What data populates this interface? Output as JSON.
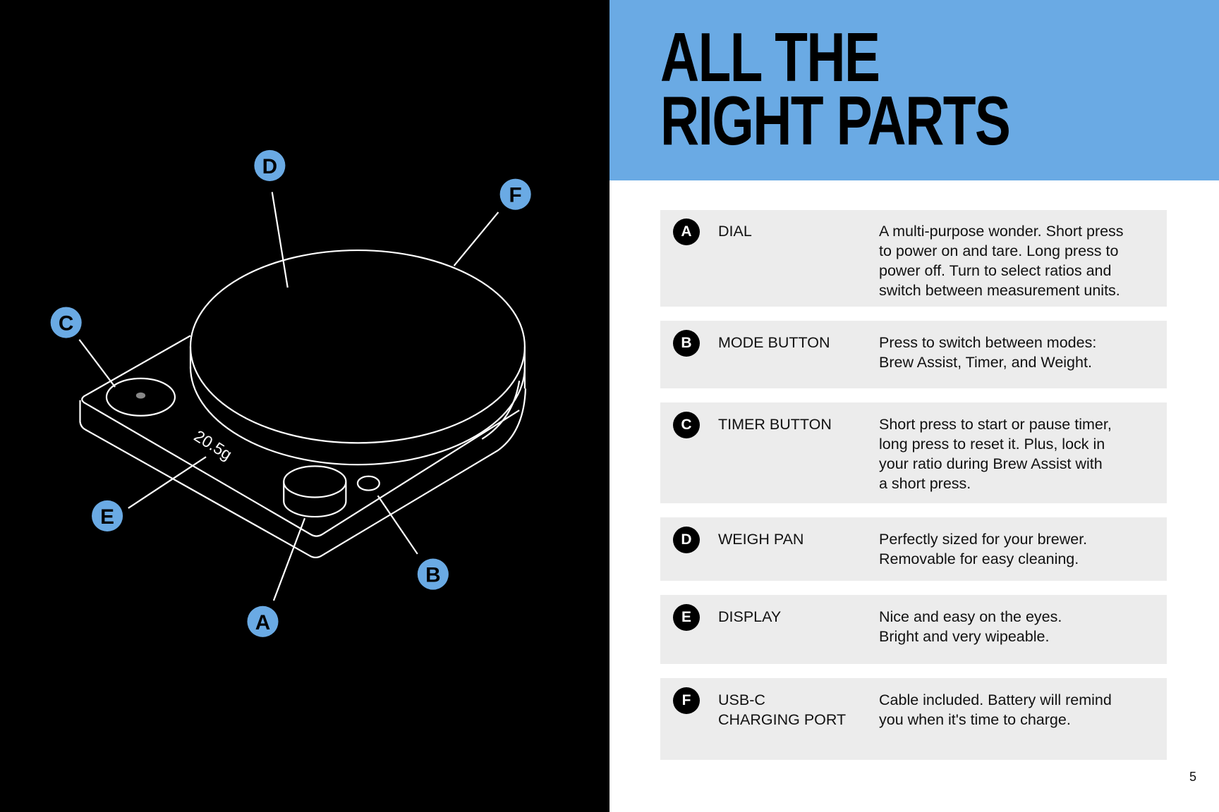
{
  "title": {
    "line1": "ALL THE",
    "line2": "RIGHT PARTS"
  },
  "colors": {
    "accent": "#6aaae4",
    "row_bg": "#ececec",
    "panel": "#000000"
  },
  "illustration": {
    "display_reading": "20.5g",
    "callouts": [
      "A",
      "B",
      "C",
      "D",
      "E",
      "F"
    ]
  },
  "parts": [
    {
      "letter": "A",
      "name": [
        "DIAL"
      ],
      "description": [
        "A multi-purpose wonder. Short press",
        "to power on and tare. Long press to",
        "power off. Turn to select ratios and",
        "switch between measurement units."
      ]
    },
    {
      "letter": "B",
      "name": [
        "MODE BUTTON"
      ],
      "description": [
        "Press to switch between modes:",
        "Brew Assist, Timer, and Weight."
      ]
    },
    {
      "letter": "C",
      "name": [
        "TIMER BUTTON"
      ],
      "description": [
        "Short press to start or pause timer,",
        "long press to reset it. Plus, lock in",
        "your ratio during Brew Assist with",
        "a short press."
      ]
    },
    {
      "letter": "D",
      "name": [
        "WEIGH PAN"
      ],
      "description": [
        "Perfectly sized for your brewer.",
        "Removable for easy cleaning."
      ]
    },
    {
      "letter": "E",
      "name": [
        "DISPLAY"
      ],
      "description": [
        "Nice and easy on the eyes.",
        "Bright and very wipeable."
      ]
    },
    {
      "letter": "F",
      "name": [
        "USB-C",
        "CHARGING PORT"
      ],
      "description": [
        "Cable included. Battery will remind",
        "you when it's time to charge."
      ]
    }
  ],
  "page_number": "5"
}
